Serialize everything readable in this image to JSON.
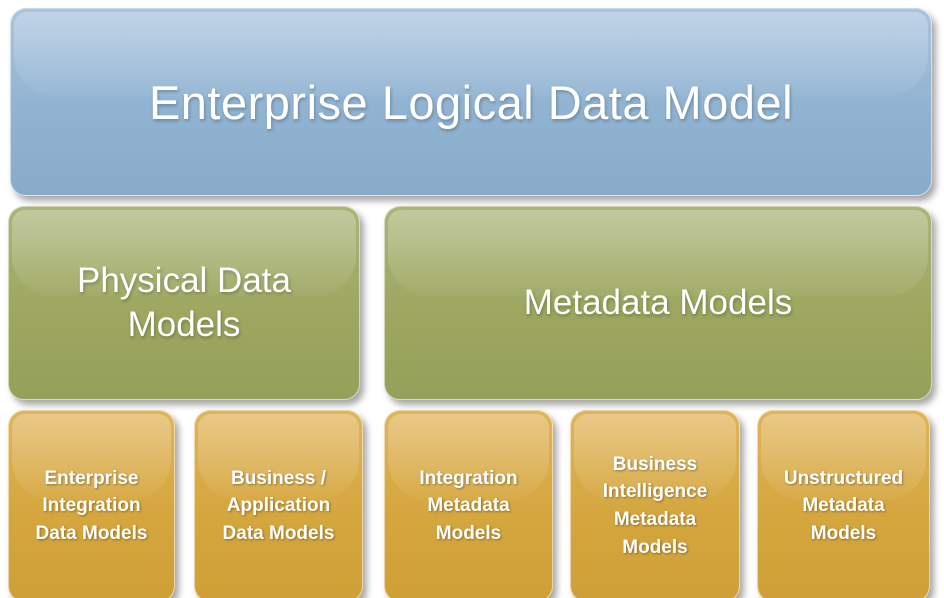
{
  "diagram": {
    "title": "Enterprise Logical Data Model",
    "level2": [
      {
        "label": "Physical Data Models"
      },
      {
        "label": "Metadata Models"
      }
    ],
    "level3": [
      {
        "label": "Enterprise Integration Data Models"
      },
      {
        "label": "Business / Application Data Models"
      },
      {
        "label": "Integration Metadata Models"
      },
      {
        "label": "Business Intelligence Metadata Models"
      },
      {
        "label": "Unstructured Metadata Models"
      }
    ],
    "colors": {
      "title_box": "#90b3d2",
      "level2_box": "#9da760",
      "level3_box": "#d5a63e",
      "text": "#ffffff"
    }
  }
}
